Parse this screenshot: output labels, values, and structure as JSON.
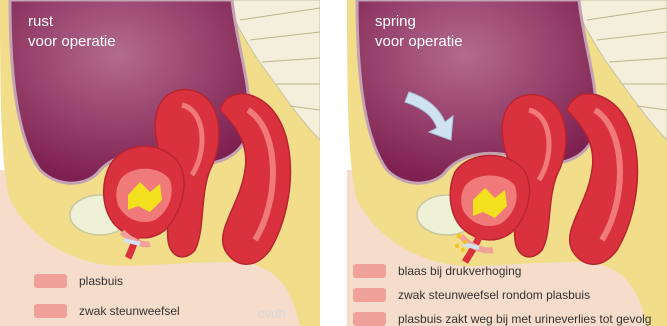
{
  "left_panel": {
    "title_line1": "rust",
    "title_line2": "voor operatie",
    "legend": [
      {
        "label": "plasbuis"
      },
      {
        "label": "zwak steunweefsel"
      }
    ],
    "credit": "cvdh"
  },
  "right_panel": {
    "title_line1": "spring",
    "title_line2": "voor operatie",
    "legend": [
      {
        "label": "blaas bij drukverhoging"
      },
      {
        "label": "zwak steunweefsel rondom plasbuis"
      },
      {
        "label": "plasbuis zakt weg bij met urineverlies tot gevolg"
      }
    ]
  },
  "colors": {
    "belly": "#8e2a5a",
    "fat": "#f1dd8a",
    "skin": "#f6dccb",
    "organ": "#d9323e",
    "organ_light": "#f07a7a",
    "bladder_inner": "#f3c31f",
    "legend_swatch": "#f0a29a",
    "arrow": "#cfe3f1",
    "spine": "#f4efdb"
  }
}
